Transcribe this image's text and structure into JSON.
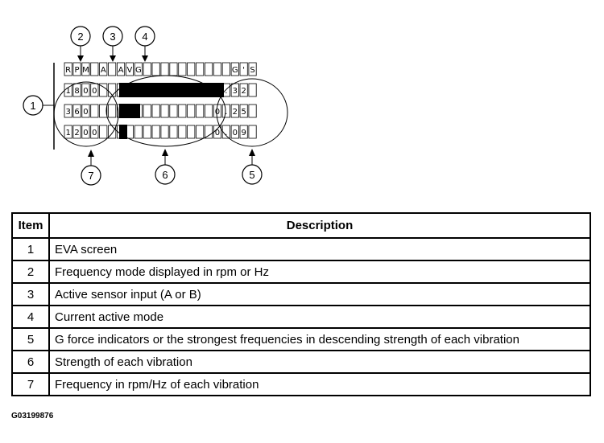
{
  "lcd": {
    "rows": [
      [
        "R",
        "P",
        "M",
        "",
        "A",
        "",
        "A",
        "V",
        "G",
        "",
        "",
        "",
        "",
        "",
        "",
        "",
        "",
        "",
        "",
        "G",
        "'",
        "S"
      ],
      [
        "1",
        "8",
        "0",
        "0",
        "",
        "",
        "",
        "",
        "",
        "",
        "",
        "",
        "",
        "",
        "",
        "",
        "",
        "1",
        ".",
        "3",
        "2",
        ""
      ],
      [
        "3",
        "6",
        "0",
        "",
        "",
        "",
        "",
        "",
        "",
        "",
        "",
        "",
        "",
        "",
        "",
        "",
        "",
        "0",
        ".",
        "2",
        "5",
        ""
      ],
      [
        "1",
        "2",
        "0",
        "0",
        "",
        "",
        "",
        "",
        "",
        "",
        "",
        "",
        "",
        "",
        "",
        "",
        "",
        "0",
        ".",
        "0",
        "9",
        ""
      ]
    ],
    "bar_fractions": [
      1.0,
      0.2,
      0.05
    ]
  },
  "callouts": [
    "1",
    "2",
    "3",
    "4",
    "5",
    "6",
    "7"
  ],
  "legend": {
    "headers": {
      "item": "Item",
      "description": "Description"
    },
    "rows": [
      {
        "item": "1",
        "description": "EVA screen"
      },
      {
        "item": "2",
        "description": "Frequency mode displayed in rpm or Hz"
      },
      {
        "item": "3",
        "description": "Active sensor input (A or B)"
      },
      {
        "item": "4",
        "description": "Current active mode"
      },
      {
        "item": "5",
        "description": "G force indicators or the strongest frequencies in descending strength of each vibration"
      },
      {
        "item": "6",
        "description": "Strength of each vibration"
      },
      {
        "item": "7",
        "description": "Frequency in rpm/Hz of each vibration"
      }
    ]
  },
  "figure_id": "G03199876"
}
